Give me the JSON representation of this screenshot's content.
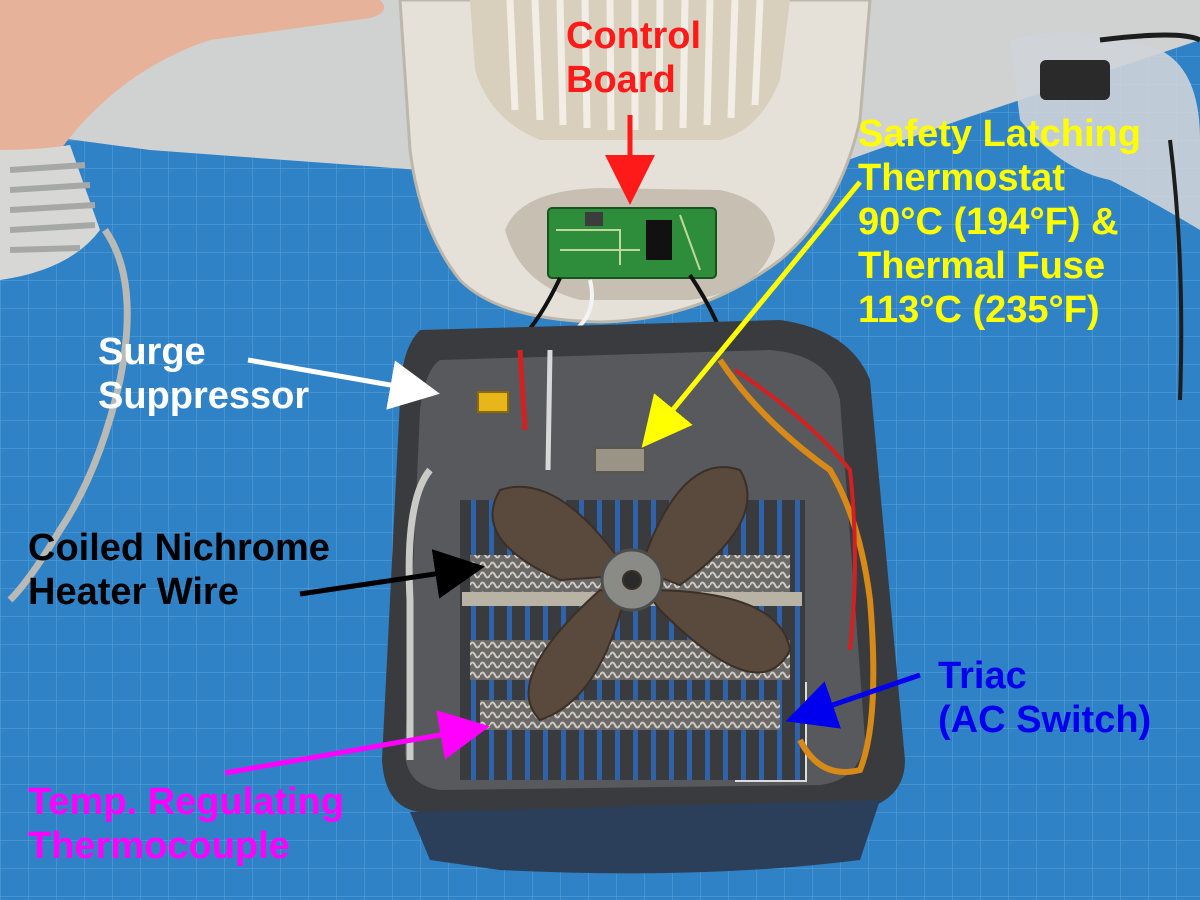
{
  "labels": {
    "control_board": {
      "lines": [
        "Control",
        "Board"
      ],
      "color": "#ff1a1a"
    },
    "surge_suppressor": {
      "lines": [
        "Surge",
        "Suppressor"
      ],
      "color": "#ffffff"
    },
    "coiled_nichrome": {
      "lines": [
        "Coiled Nichrome",
        "Heater Wire"
      ],
      "color": "#000000"
    },
    "safety_thermostat": {
      "lines": [
        "Safety Latching",
        "Thermostat",
        "90°C (194°F) &",
        "Thermal Fuse",
        "113°C (235°F)"
      ],
      "color": "#ffff00"
    },
    "triac": {
      "lines": [
        "Triac",
        "(AC Switch)"
      ],
      "color": "#0000ee"
    },
    "temp_thermocouple": {
      "lines": [
        "Temp. Regulating",
        "Thermocouple"
      ],
      "color": "#ff00ff"
    }
  },
  "colors": {
    "mat": "#2e7fc2",
    "wall": "#cfd2d0",
    "housing": "#3a3b3e",
    "lid": "#e6e1d8"
  }
}
